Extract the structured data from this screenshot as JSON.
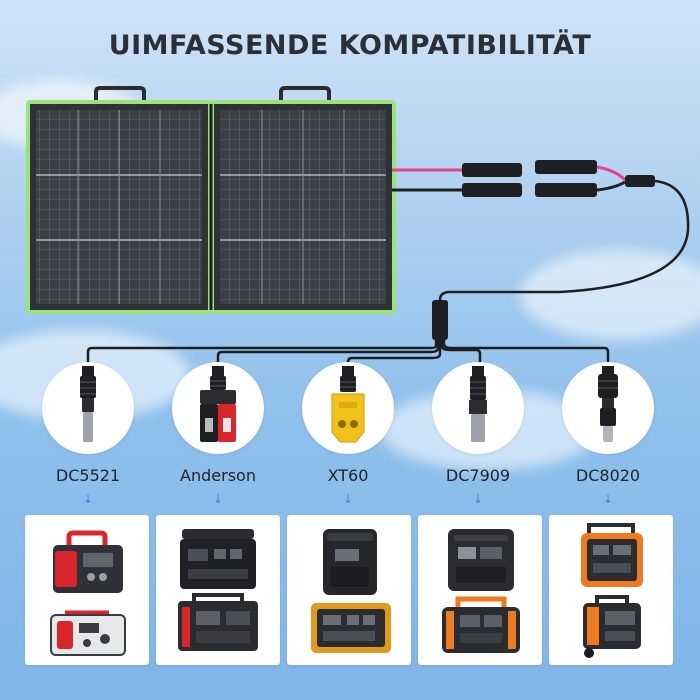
{
  "title": "UIMFASSENDE KOMPATIBILITÄT",
  "connectors": [
    {
      "label": "DC5521",
      "icon": "dc5521-plug-icon"
    },
    {
      "label": "Anderson",
      "icon": "anderson-plug-icon"
    },
    {
      "label": "XT60",
      "icon": "xt60-plug-icon"
    },
    {
      "label": "DC7909",
      "icon": "dc7909-plug-icon"
    },
    {
      "label": "DC8020",
      "icon": "dc8020-plug-icon"
    }
  ],
  "arrow_glyph": "↓",
  "colors": {
    "sky_top": "#cfe3f6",
    "sky_bottom": "#7fb6e8",
    "panel": "#3a3d42",
    "panel_frame": "#9be27a",
    "cable": "#1e1f22",
    "cable_pink": "#e8418a",
    "xt60_yellow": "#f2c21b",
    "anderson_red": "#d8262a",
    "arrow": "#3a86d6"
  }
}
